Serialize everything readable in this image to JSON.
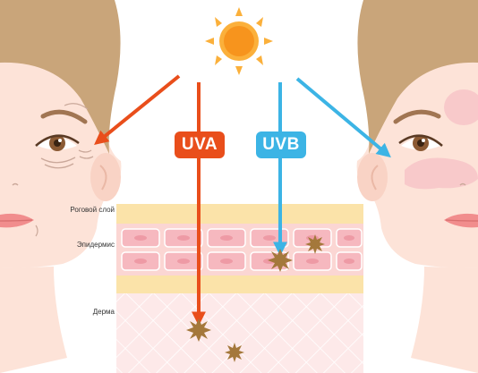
{
  "rays": {
    "uva_label": "UVA",
    "uvb_label": "UVB",
    "uva_color": "#e94e1b",
    "uvb_color": "#3cb4e5"
  },
  "layers": {
    "horny_layer_label": "Роговой слой",
    "epidermis_label": "Эпидермис",
    "dermis_label": "Дерма"
  },
  "colors": {
    "sun": "#f7941d",
    "sun_rays": "#fbb03b",
    "skin_face": "#fde3d8",
    "hair": "#c9a57a",
    "horny": "#fbe3a9",
    "epidermis": "#fbd3d3",
    "cell": "#f3a9b3",
    "dermis_bg": "#fde8e8",
    "damage": "#a4783b"
  }
}
